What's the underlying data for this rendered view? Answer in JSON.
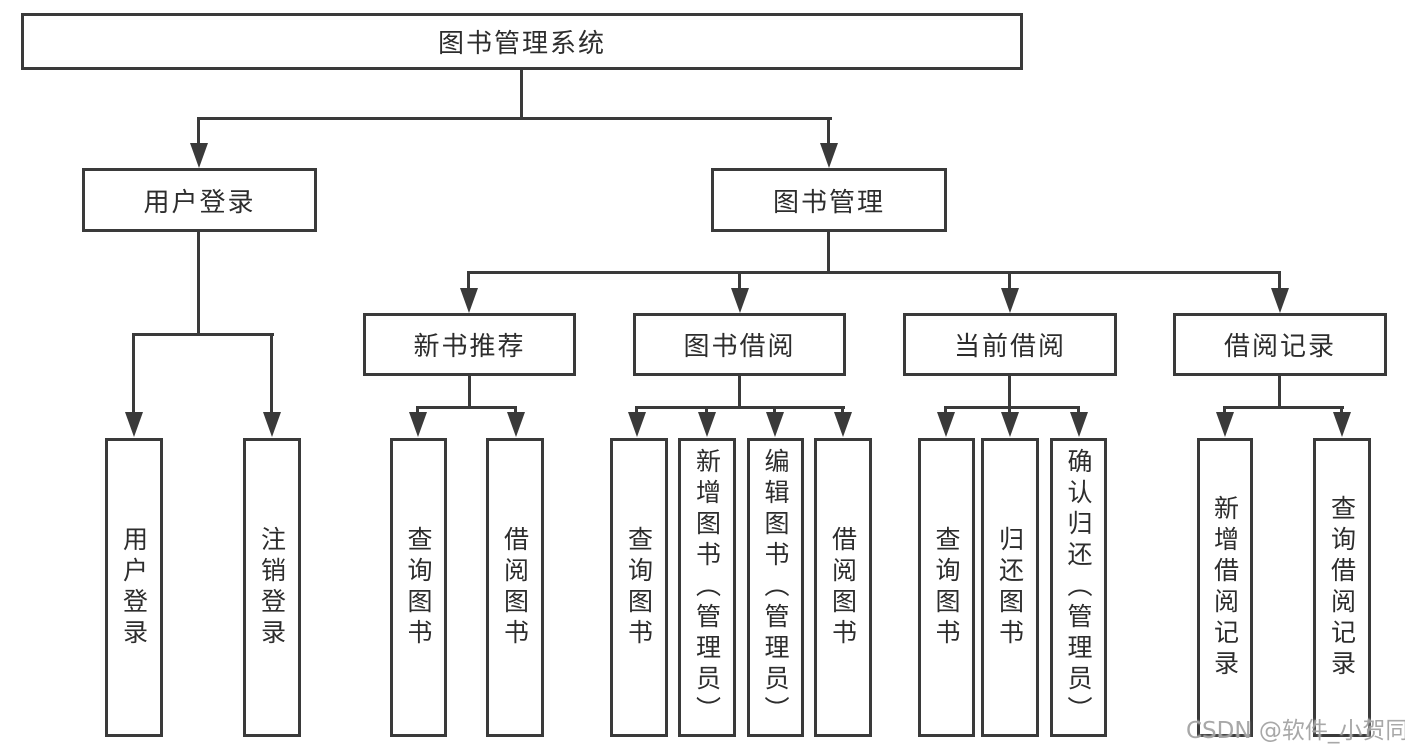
{
  "colors": {
    "line": "#3a3a3a",
    "node_border": "#3a3a3a",
    "text": "#2d2d2d",
    "watermark": "#9e9e9e",
    "background": "#ffffff"
  },
  "watermark": {
    "text": "CSDN @软件_小贺同学"
  },
  "tree": {
    "label": "图书管理系统",
    "children": [
      {
        "label": "用户登录",
        "children": [
          {
            "label": "用户登录"
          },
          {
            "label": "注销登录"
          }
        ]
      },
      {
        "label": "图书管理",
        "children": [
          {
            "label": "新书推荐",
            "children": [
              {
                "label": "查询图书"
              },
              {
                "label": "借阅图书"
              }
            ]
          },
          {
            "label": "图书借阅",
            "children": [
              {
                "label": "查询图书"
              },
              {
                "label": "新增图书（管理员）"
              },
              {
                "label": "编辑图书（管理员）"
              },
              {
                "label": "借阅图书"
              }
            ]
          },
          {
            "label": "当前借阅",
            "children": [
              {
                "label": "查询图书"
              },
              {
                "label": "归还图书"
              },
              {
                "label": "确认归还（管理员）"
              }
            ]
          },
          {
            "label": "借阅记录",
            "children": [
              {
                "label": "新增借阅记录"
              },
              {
                "label": "查询借阅记录"
              }
            ]
          }
        ]
      }
    ]
  }
}
